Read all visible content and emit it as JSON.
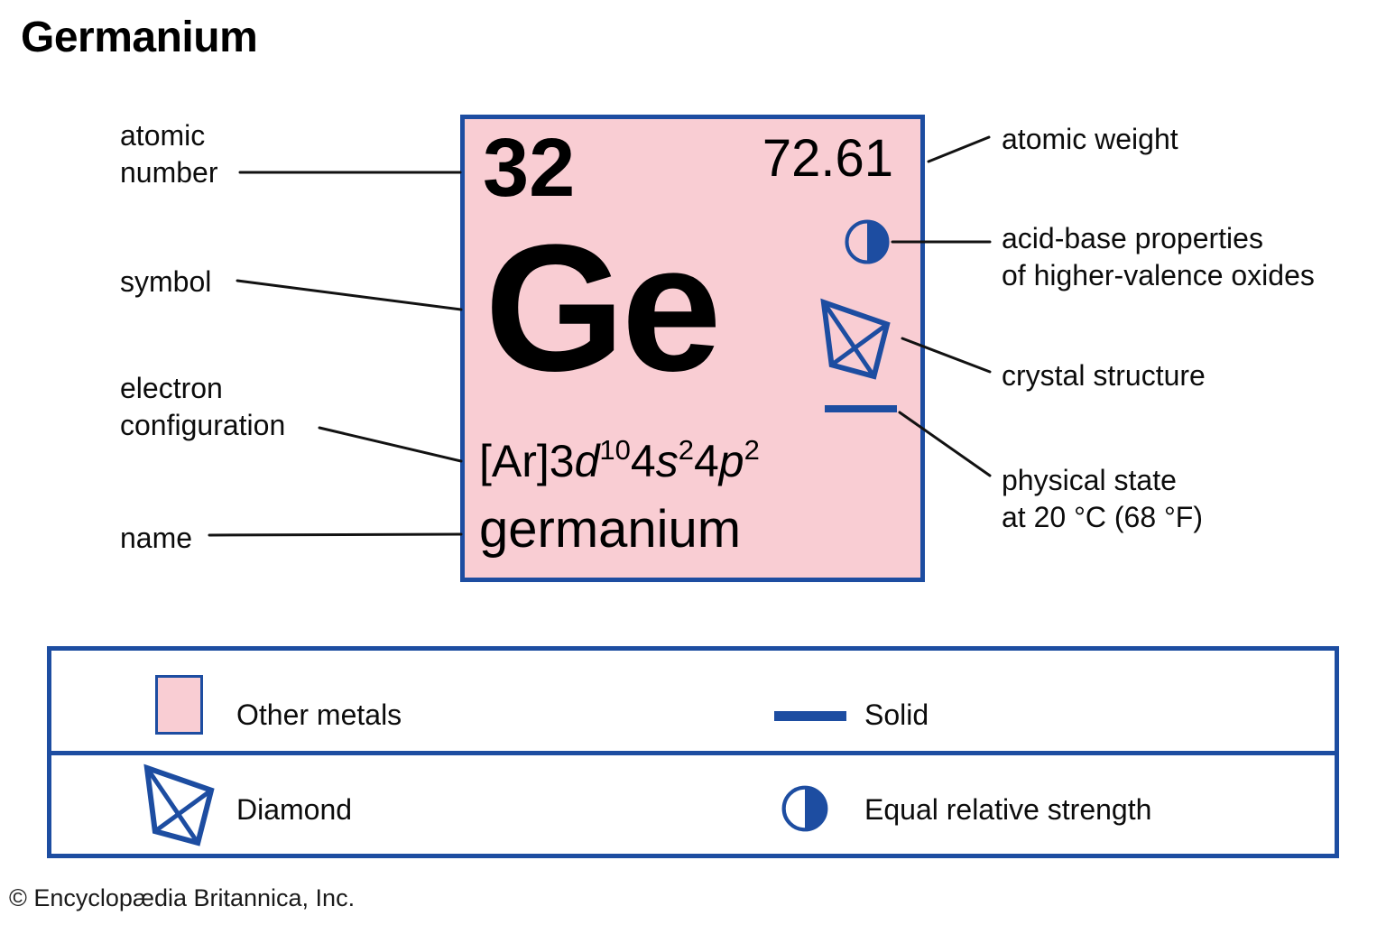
{
  "title": "Germanium",
  "colors": {
    "accent_blue": "#1d4da1",
    "element_pink": "#f9cdd3",
    "line_black": "#121212"
  },
  "element_card": {
    "atomic_number": "32",
    "atomic_weight": "72.61",
    "symbol": "Ge",
    "electron_configuration": {
      "prefix": "[Ar]3",
      "d": "d",
      "d_sup": "10",
      "mid1": "4",
      "s": "s",
      "s_sup": "2",
      "mid2": "4",
      "p": "p",
      "p_sup": "2"
    },
    "name": "germanium",
    "icons": {
      "acid_base": "half-filled-circle",
      "crystal": "diamond-outline",
      "physical_state": "solid-line"
    }
  },
  "callouts_left": {
    "atomic_number": "atomic\nnumber",
    "symbol": "symbol",
    "electron_configuration": "electron\nconfiguration",
    "name": "name"
  },
  "callouts_right": {
    "atomic_weight": "atomic weight",
    "acid_base": "acid-base properties\nof higher-valence oxides",
    "crystal_structure": "crystal structure",
    "physical_state": "physical state\nat 20 °C (68 °F)"
  },
  "legend": {
    "other_metals": "Other metals",
    "solid": "Solid",
    "diamond": "Diamond",
    "equal_relative_strength": "Equal relative strength"
  },
  "footer": {
    "copyright": "© Encyclopædia Britannica, Inc."
  }
}
